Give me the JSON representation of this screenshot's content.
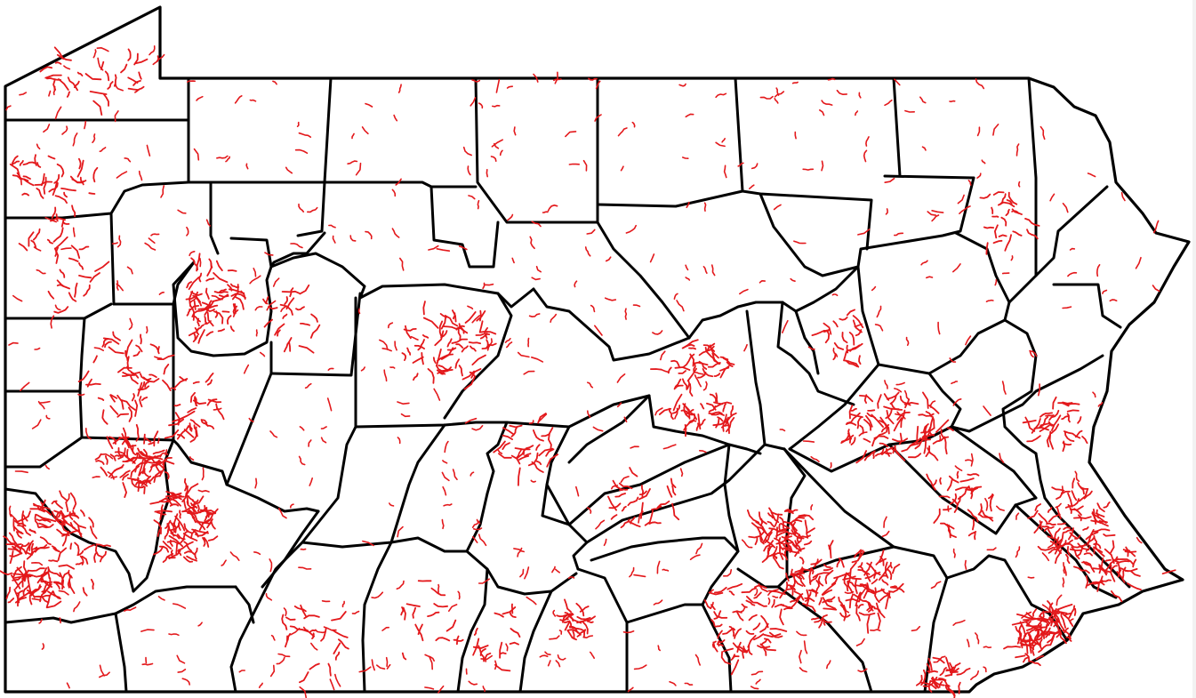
{
  "map": {
    "region": "Pennsylvania",
    "colors": {
      "background": "#ffffff",
      "boundary": "#000000",
      "features": "#e3181b"
    },
    "layers": [
      "county-boundaries",
      "red-line-features"
    ]
  }
}
